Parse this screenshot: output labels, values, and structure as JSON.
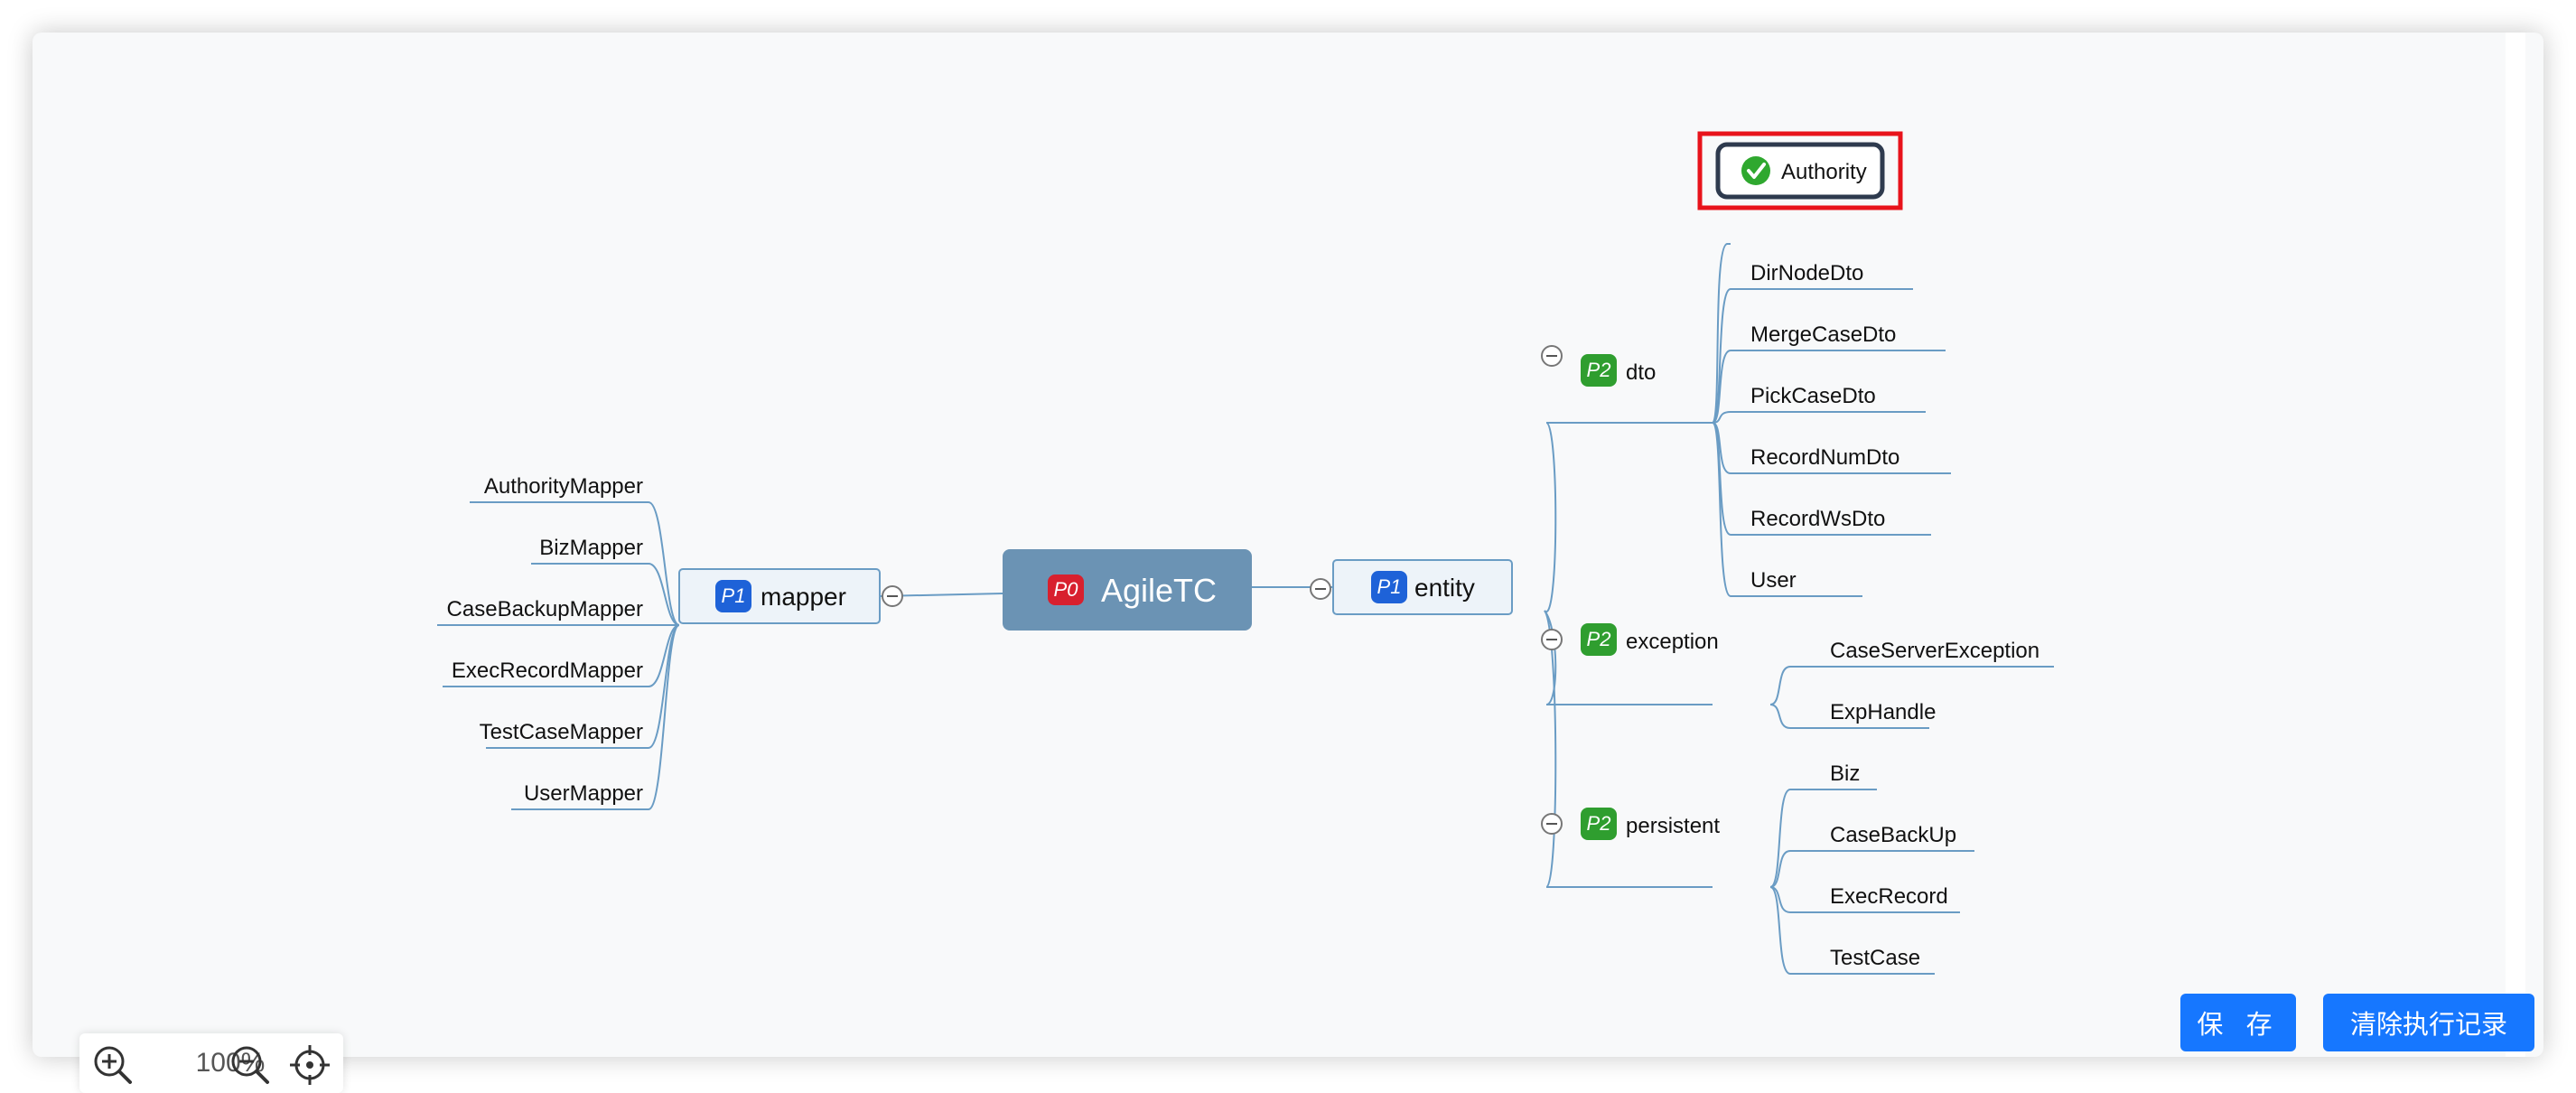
{
  "mindmap": {
    "root": {
      "label": "AgileTC",
      "priority": "P0"
    },
    "left": {
      "label": "mapper",
      "priority": "P1",
      "children": [
        "AuthorityMapper",
        "BizMapper",
        "CaseBackupMapper",
        "ExecRecordMapper",
        "TestCaseMapper",
        "UserMapper"
      ]
    },
    "right": {
      "label": "entity",
      "priority": "P1",
      "children": [
        {
          "label": "dto",
          "priority": "P2",
          "children": [
            "Authority",
            "DirNodeDto",
            "MergeCaseDto",
            "PickCaseDto",
            "RecordNumDto",
            "RecordWsDto",
            "User"
          ]
        },
        {
          "label": "exception",
          "priority": "P2",
          "children": [
            "CaseServerException",
            "ExpHandle"
          ]
        },
        {
          "label": "persistent",
          "priority": "P2",
          "children": [
            "Biz",
            "CaseBackUp",
            "ExecRecord",
            "TestCase"
          ]
        }
      ]
    },
    "selected_node": "Authority",
    "selected_node_status": "check-circle-icon"
  },
  "zoom": {
    "value": "100%"
  },
  "actions": {
    "save_label": "保 存",
    "clear_label": "清除执行记录"
  },
  "colors": {
    "root_fill": "#6b93b4",
    "branch_line": "#6a9cc4",
    "p0_badge": "#d8202e",
    "p1_badge": "#1e62d8",
    "p2_badge": "#2f9e2f",
    "highlight": "#e8131b",
    "button": "#1677ff"
  }
}
